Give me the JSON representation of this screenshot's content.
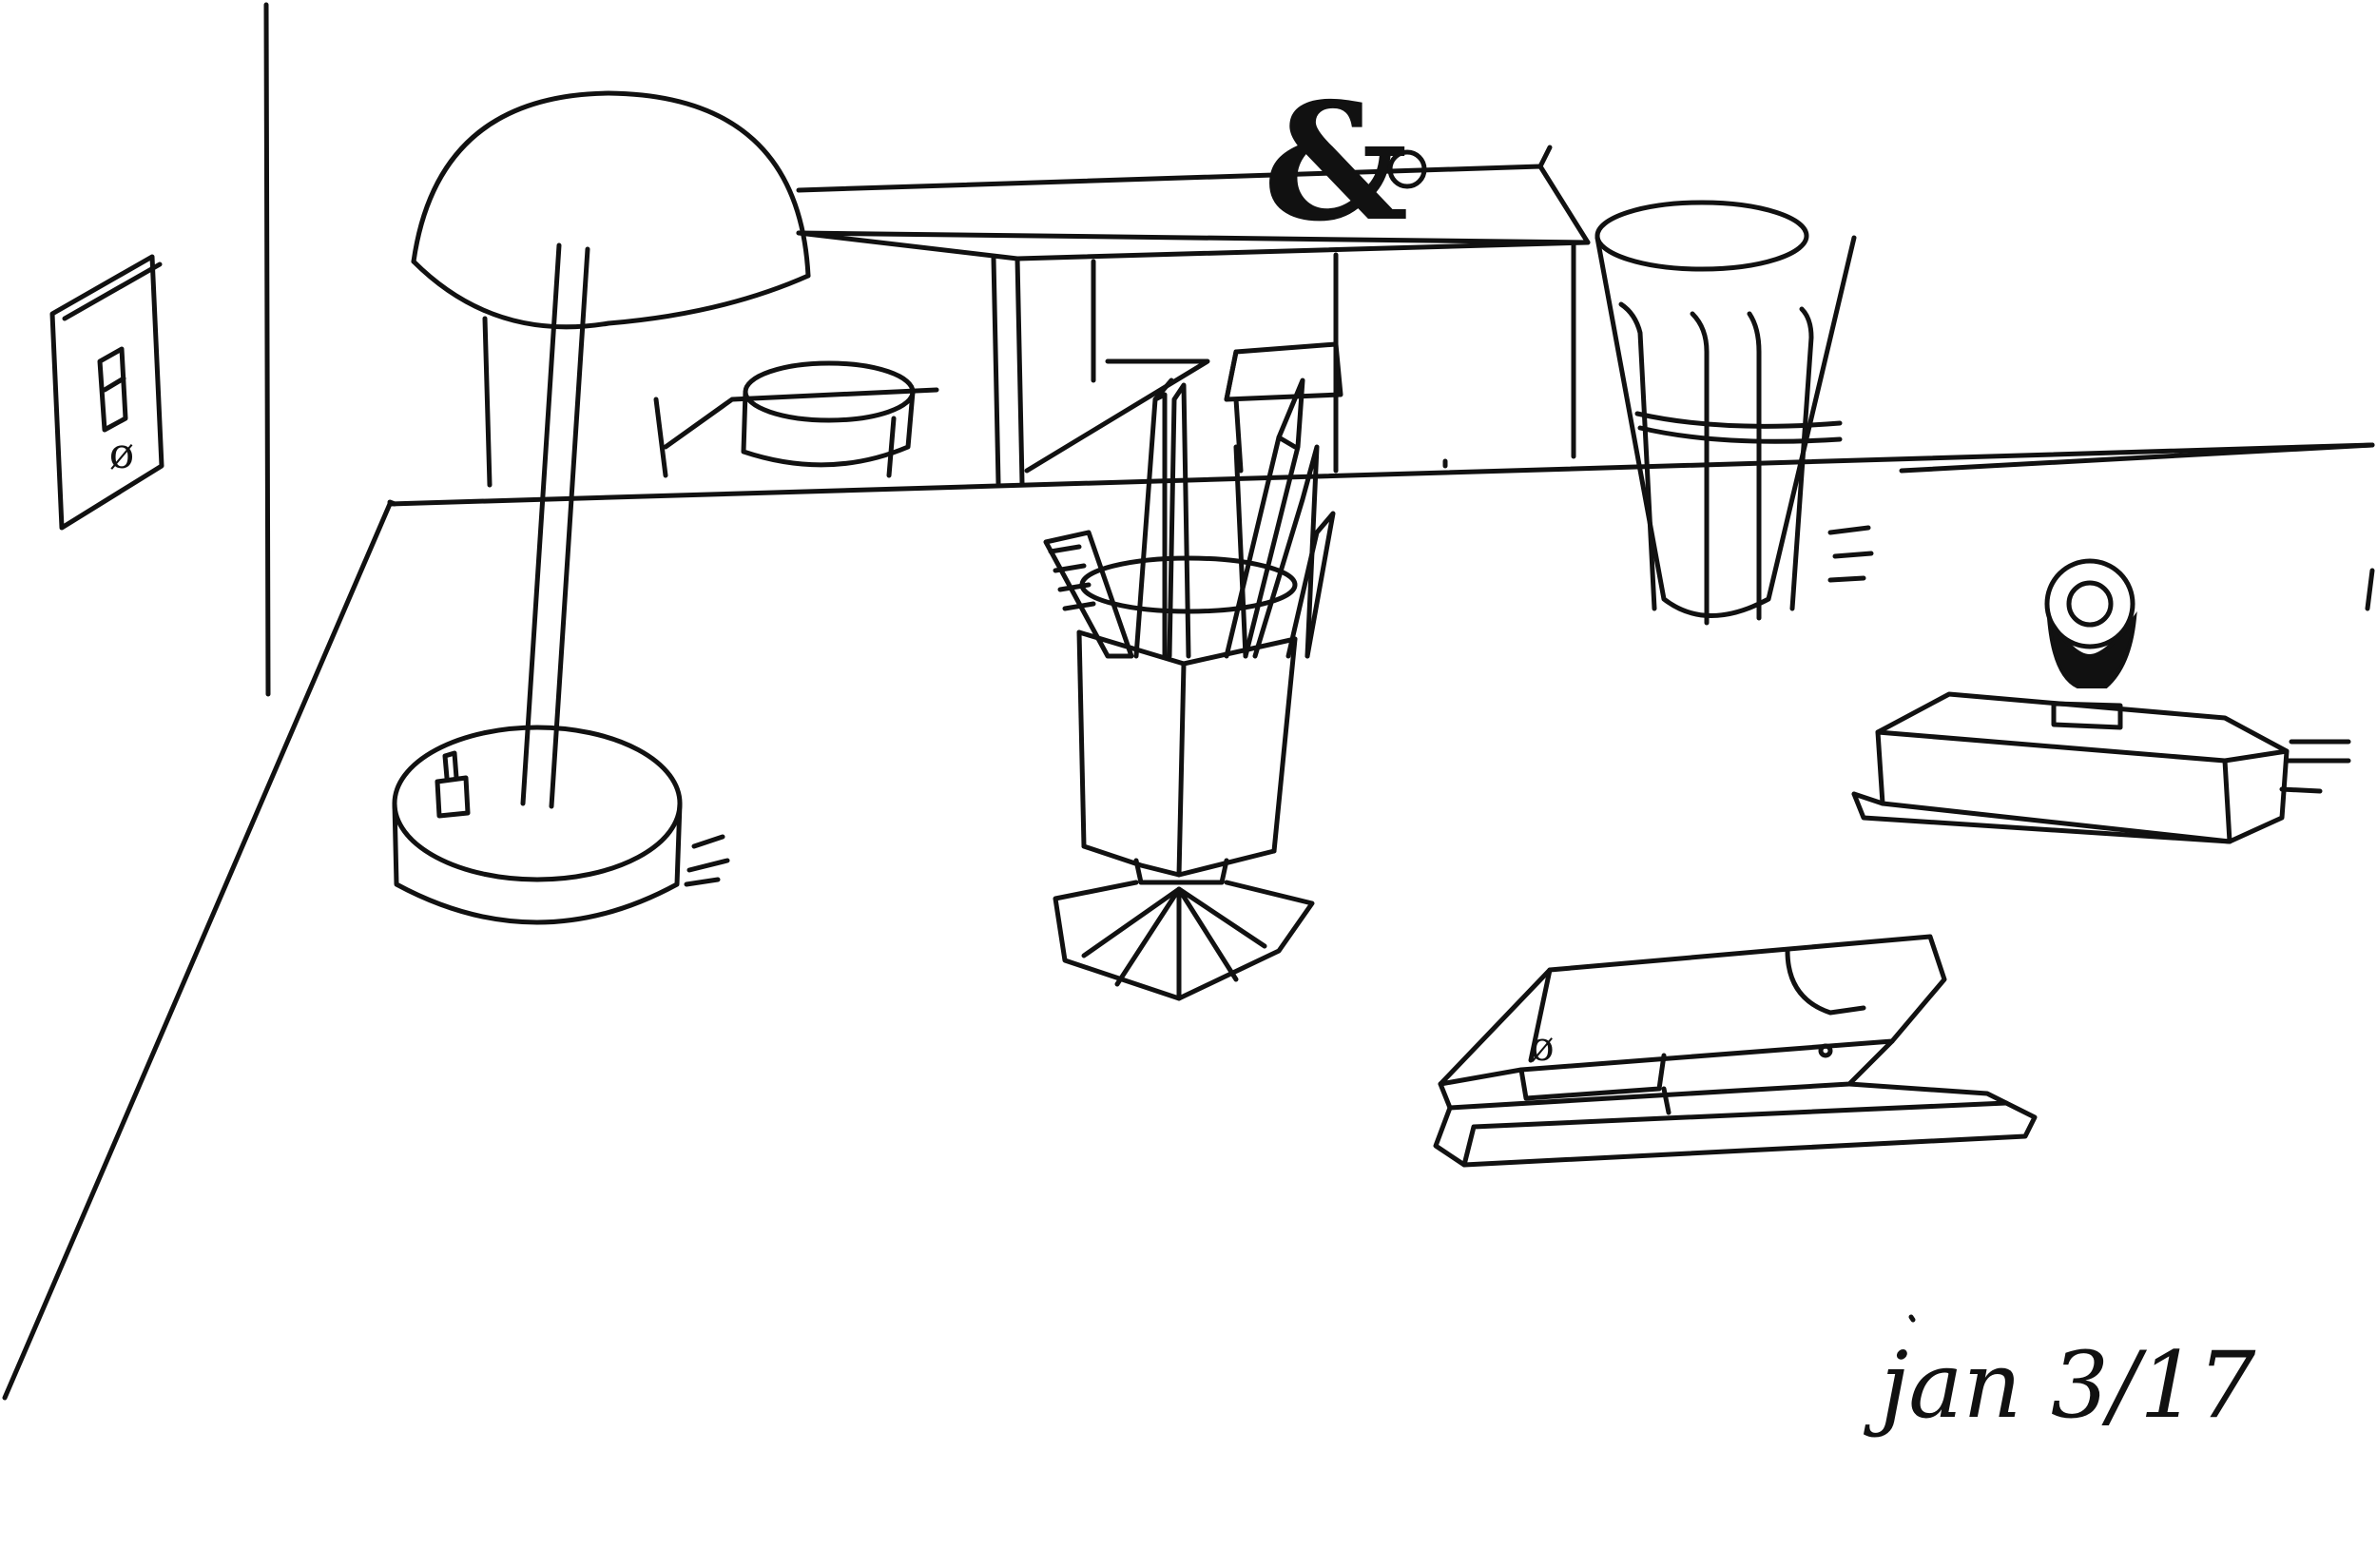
{
  "drawing": {
    "ink_color": "#111111",
    "paper_color": "#ffffff",
    "icons": [
      "light-switch-icon",
      "desk-lamp-icon",
      "shelf-icon",
      "ampersand-ornament-icon",
      "pencil-cup-icon",
      "drinking-glass-icon",
      "stamp-on-book-icon",
      "stapler-icon"
    ],
    "ampersand_glyph": "&",
    "date_note": "jan 3/17",
    "switch_mark": "ø",
    "stapler_mark": "ø"
  }
}
